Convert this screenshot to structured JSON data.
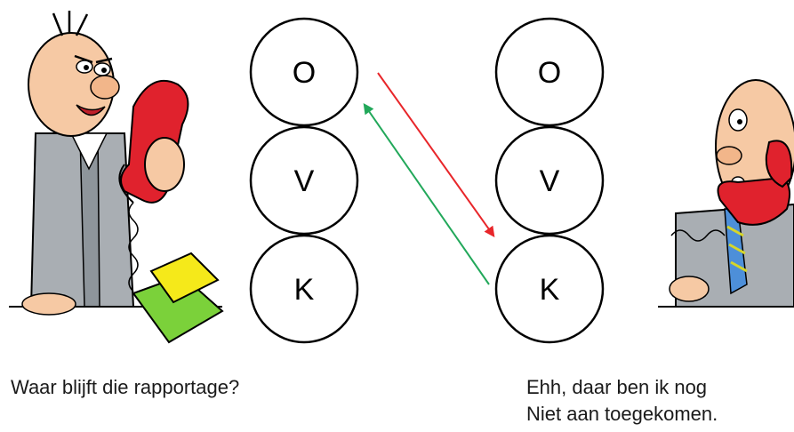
{
  "left_stack": [
    "O",
    "V",
    "K"
  ],
  "right_stack": [
    "O",
    "V",
    "K"
  ],
  "captions": {
    "left": "Waar blijft die rapportage?",
    "right_line1": "Ehh, daar  ben ik nog",
    "right_line2": "Niet aan toegekomen."
  },
  "arrows": {
    "request_color": "#e8262a",
    "response_color": "#22a85a"
  },
  "figures": {
    "left": "angry-man-on-phone",
    "right": "surprised-man-on-phone",
    "papers": "yellow-and-green-papers"
  }
}
